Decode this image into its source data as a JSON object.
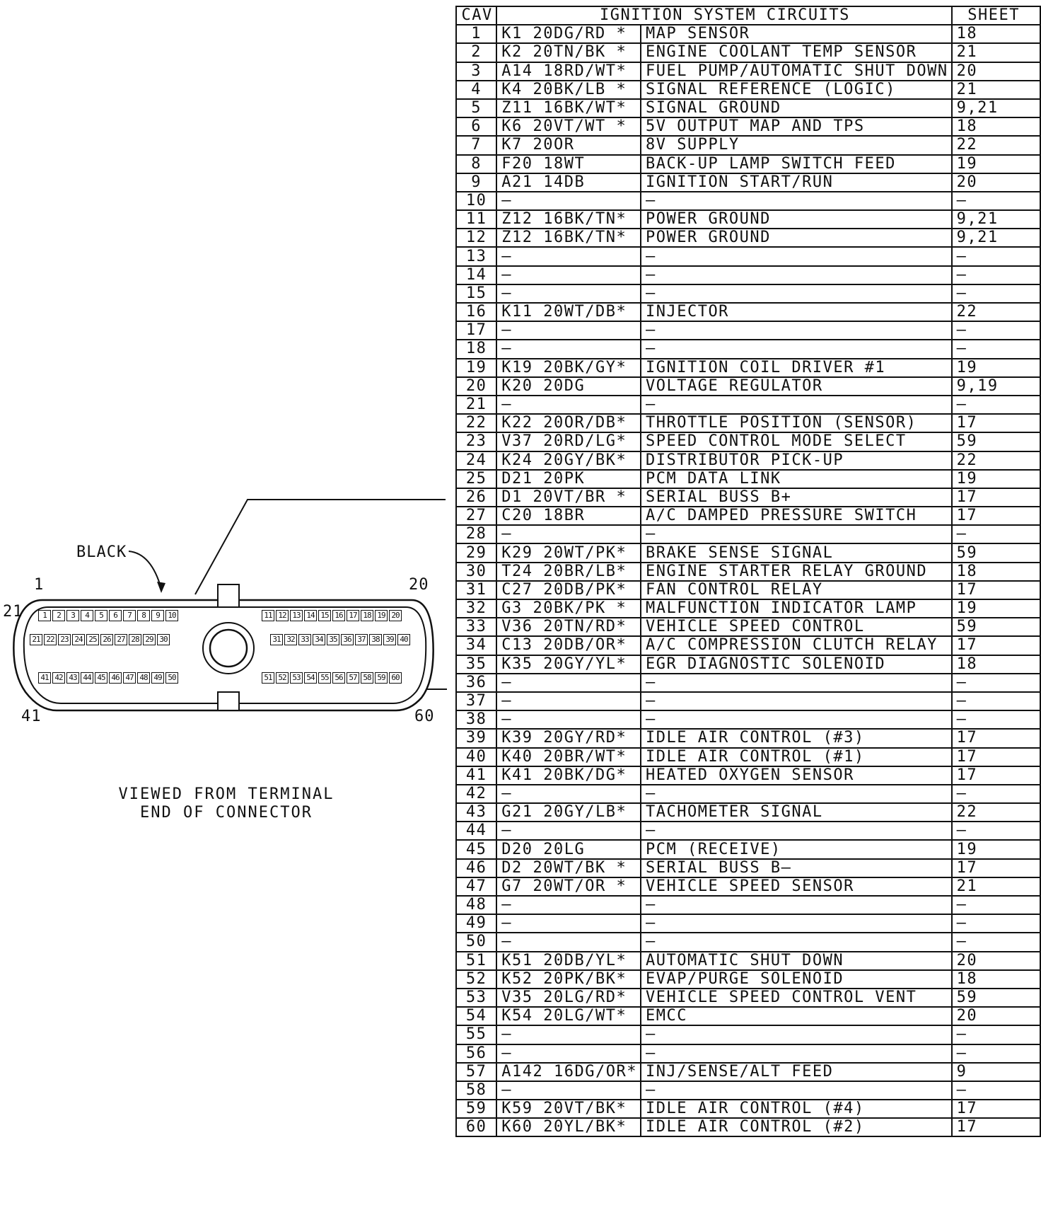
{
  "diagram": {
    "black_label": "BLACK",
    "corner_labels": {
      "pin1": "1",
      "pin20": "20",
      "pin21": "21",
      "pin41": "41",
      "pin60": "60"
    },
    "caption_line1": "VIEWED FROM TERMINAL",
    "caption_line2": "END OF CONNECTOR",
    "pins": {
      "row1_left": [
        "1",
        "2",
        "3",
        "4",
        "5",
        "6",
        "7",
        "8",
        "9",
        "10"
      ],
      "row1_right": [
        "11",
        "12",
        "13",
        "14",
        "15",
        "16",
        "17",
        "18",
        "19",
        "20"
      ],
      "row2_left": [
        "21",
        "22",
        "23",
        "24",
        "25",
        "26",
        "27",
        "28",
        "29",
        "30"
      ],
      "row2_right": [
        "31",
        "32",
        "33",
        "34",
        "35",
        "36",
        "37",
        "38",
        "39",
        "40"
      ],
      "row3_left": [
        "41",
        "42",
        "43",
        "44",
        "45",
        "46",
        "47",
        "48",
        "49",
        "50"
      ],
      "row3_right": [
        "51",
        "52",
        "53",
        "54",
        "55",
        "56",
        "57",
        "58",
        "59",
        "60"
      ]
    }
  },
  "table": {
    "headers": {
      "cav": "CAV",
      "circuit": "IGNITION SYSTEM CIRCUITS",
      "sheet": "SHEET"
    },
    "rows": [
      [
        "1",
        "K1  20DG/RD *",
        "MAP SENSOR",
        "18"
      ],
      [
        "2",
        "K2  20TN/BK *",
        "ENGINE COOLANT TEMP SENSOR",
        "21"
      ],
      [
        "3",
        "A14  18RD/WT*",
        "FUEL PUMP/AUTOMATIC SHUT DOWN",
        "20"
      ],
      [
        "4",
        "K4  20BK/LB *",
        "SIGNAL REFERENCE (LOGIC)",
        "21"
      ],
      [
        "5",
        "Z11  16BK/WT*",
        "SIGNAL GROUND",
        "9,21"
      ],
      [
        "6",
        "K6  20VT/WT *",
        "5V OUTPUT MAP AND TPS",
        "18"
      ],
      [
        "7",
        "K7  20OR",
        "8V SUPPLY",
        "22"
      ],
      [
        "8",
        "F20  18WT",
        "BACK-UP LAMP SWITCH FEED",
        "19"
      ],
      [
        "9",
        "A21  14DB",
        "IGNITION START/RUN",
        "20"
      ],
      [
        "10",
        "—",
        "—",
        "—"
      ],
      [
        "11",
        "Z12  16BK/TN*",
        "POWER GROUND",
        "9,21"
      ],
      [
        "12",
        "Z12  16BK/TN*",
        "POWER GROUND",
        "9,21"
      ],
      [
        "13",
        "—",
        "—",
        "—"
      ],
      [
        "14",
        "—",
        "—",
        "—"
      ],
      [
        "15",
        "—",
        "—",
        "—"
      ],
      [
        "16",
        "K11  20WT/DB*",
        "INJECTOR",
        "22"
      ],
      [
        "17",
        "—",
        "—",
        "—"
      ],
      [
        "18",
        "—",
        "—",
        "—"
      ],
      [
        "19",
        "K19  20BK/GY*",
        "IGNITION COIL DRIVER #1",
        "19"
      ],
      [
        "20",
        "K20  20DG",
        "VOLTAGE REGULATOR",
        "9,19"
      ],
      [
        "21",
        "—",
        "—",
        "—"
      ],
      [
        "22",
        "K22  20OR/DB*",
        "THROTTLE POSITION (SENSOR)",
        "17"
      ],
      [
        "23",
        "V37  20RD/LG*",
        "SPEED CONTROL MODE SELECT",
        "59"
      ],
      [
        "24",
        "K24  20GY/BK*",
        "DISTRIBUTOR PICK-UP",
        "22"
      ],
      [
        "25",
        "D21  20PK",
        "PCM DATA LINK",
        "19"
      ],
      [
        "26",
        "D1  20VT/BR *",
        "SERIAL BUSS B+",
        "17"
      ],
      [
        "27",
        "C20  18BR",
        "A/C DAMPED PRESSURE SWITCH",
        "17"
      ],
      [
        "28",
        "—",
        "—",
        "—"
      ],
      [
        "29",
        "K29  20WT/PK*",
        "BRAKE SENSE SIGNAL",
        "59"
      ],
      [
        "30",
        "T24  20BR/LB*",
        "ENGINE STARTER RELAY GROUND",
        "18"
      ],
      [
        "31",
        "C27  20DB/PK*",
        "FAN CONTROL RELAY",
        "17"
      ],
      [
        "32",
        "G3  20BK/PK *",
        "MALFUNCTION INDICATOR LAMP",
        "19"
      ],
      [
        "33",
        "V36  20TN/RD*",
        "VEHICLE SPEED CONTROL",
        "59"
      ],
      [
        "34",
        "C13  20DB/OR*",
        "A/C COMPRESSION CLUTCH RELAY",
        "17"
      ],
      [
        "35",
        "K35  20GY/YL*",
        "EGR DIAGNOSTIC SOLENOID",
        "18"
      ],
      [
        "36",
        "—",
        "—",
        "—"
      ],
      [
        "37",
        "—",
        "—",
        "—"
      ],
      [
        "38",
        "—",
        "—",
        "—"
      ],
      [
        "39",
        "K39  20GY/RD*",
        "IDLE AIR CONTROL (#3)",
        "17"
      ],
      [
        "40",
        "K40  20BR/WT*",
        "IDLE AIR CONTROL (#1)",
        "17"
      ],
      [
        "41",
        "K41  20BK/DG*",
        "HEATED OXYGEN SENSOR",
        "17"
      ],
      [
        "42",
        "—",
        "—",
        "—"
      ],
      [
        "43",
        "G21  20GY/LB*",
        "TACHOMETER SIGNAL",
        "22"
      ],
      [
        "44",
        "—",
        "—",
        "—"
      ],
      [
        "45",
        "D20  20LG",
        "PCM (RECEIVE)",
        "19"
      ],
      [
        "46",
        "D2  20WT/BK *",
        "SERIAL BUSS B—",
        "17"
      ],
      [
        "47",
        "G7  20WT/OR *",
        "VEHICLE SPEED SENSOR",
        "21"
      ],
      [
        "48",
        "—",
        "—",
        "—"
      ],
      [
        "49",
        "—",
        "—",
        "—"
      ],
      [
        "50",
        "—",
        "—",
        "—"
      ],
      [
        "51",
        "K51  20DB/YL*",
        "AUTOMATIC SHUT DOWN",
        "20"
      ],
      [
        "52",
        "K52  20PK/BK*",
        "EVAP/PURGE SOLENOID",
        "18"
      ],
      [
        "53",
        "V35  20LG/RD*",
        "VEHICLE SPEED CONTROL VENT",
        "59"
      ],
      [
        "54",
        "K54  20LG/WT*",
        "EMCC",
        "20"
      ],
      [
        "55",
        "—",
        "—",
        "—"
      ],
      [
        "56",
        "—",
        "—",
        "—"
      ],
      [
        "57",
        "A142  16DG/OR*",
        "INJ/SENSE/ALT FEED",
        "9"
      ],
      [
        "58",
        "—",
        "—",
        "—"
      ],
      [
        "59",
        "K59  20VT/BK*",
        "IDLE AIR CONTROL (#4)",
        "17"
      ],
      [
        "60",
        "K60  20YL/BK*",
        "IDLE AIR CONTROL (#2)",
        "17"
      ]
    ]
  }
}
